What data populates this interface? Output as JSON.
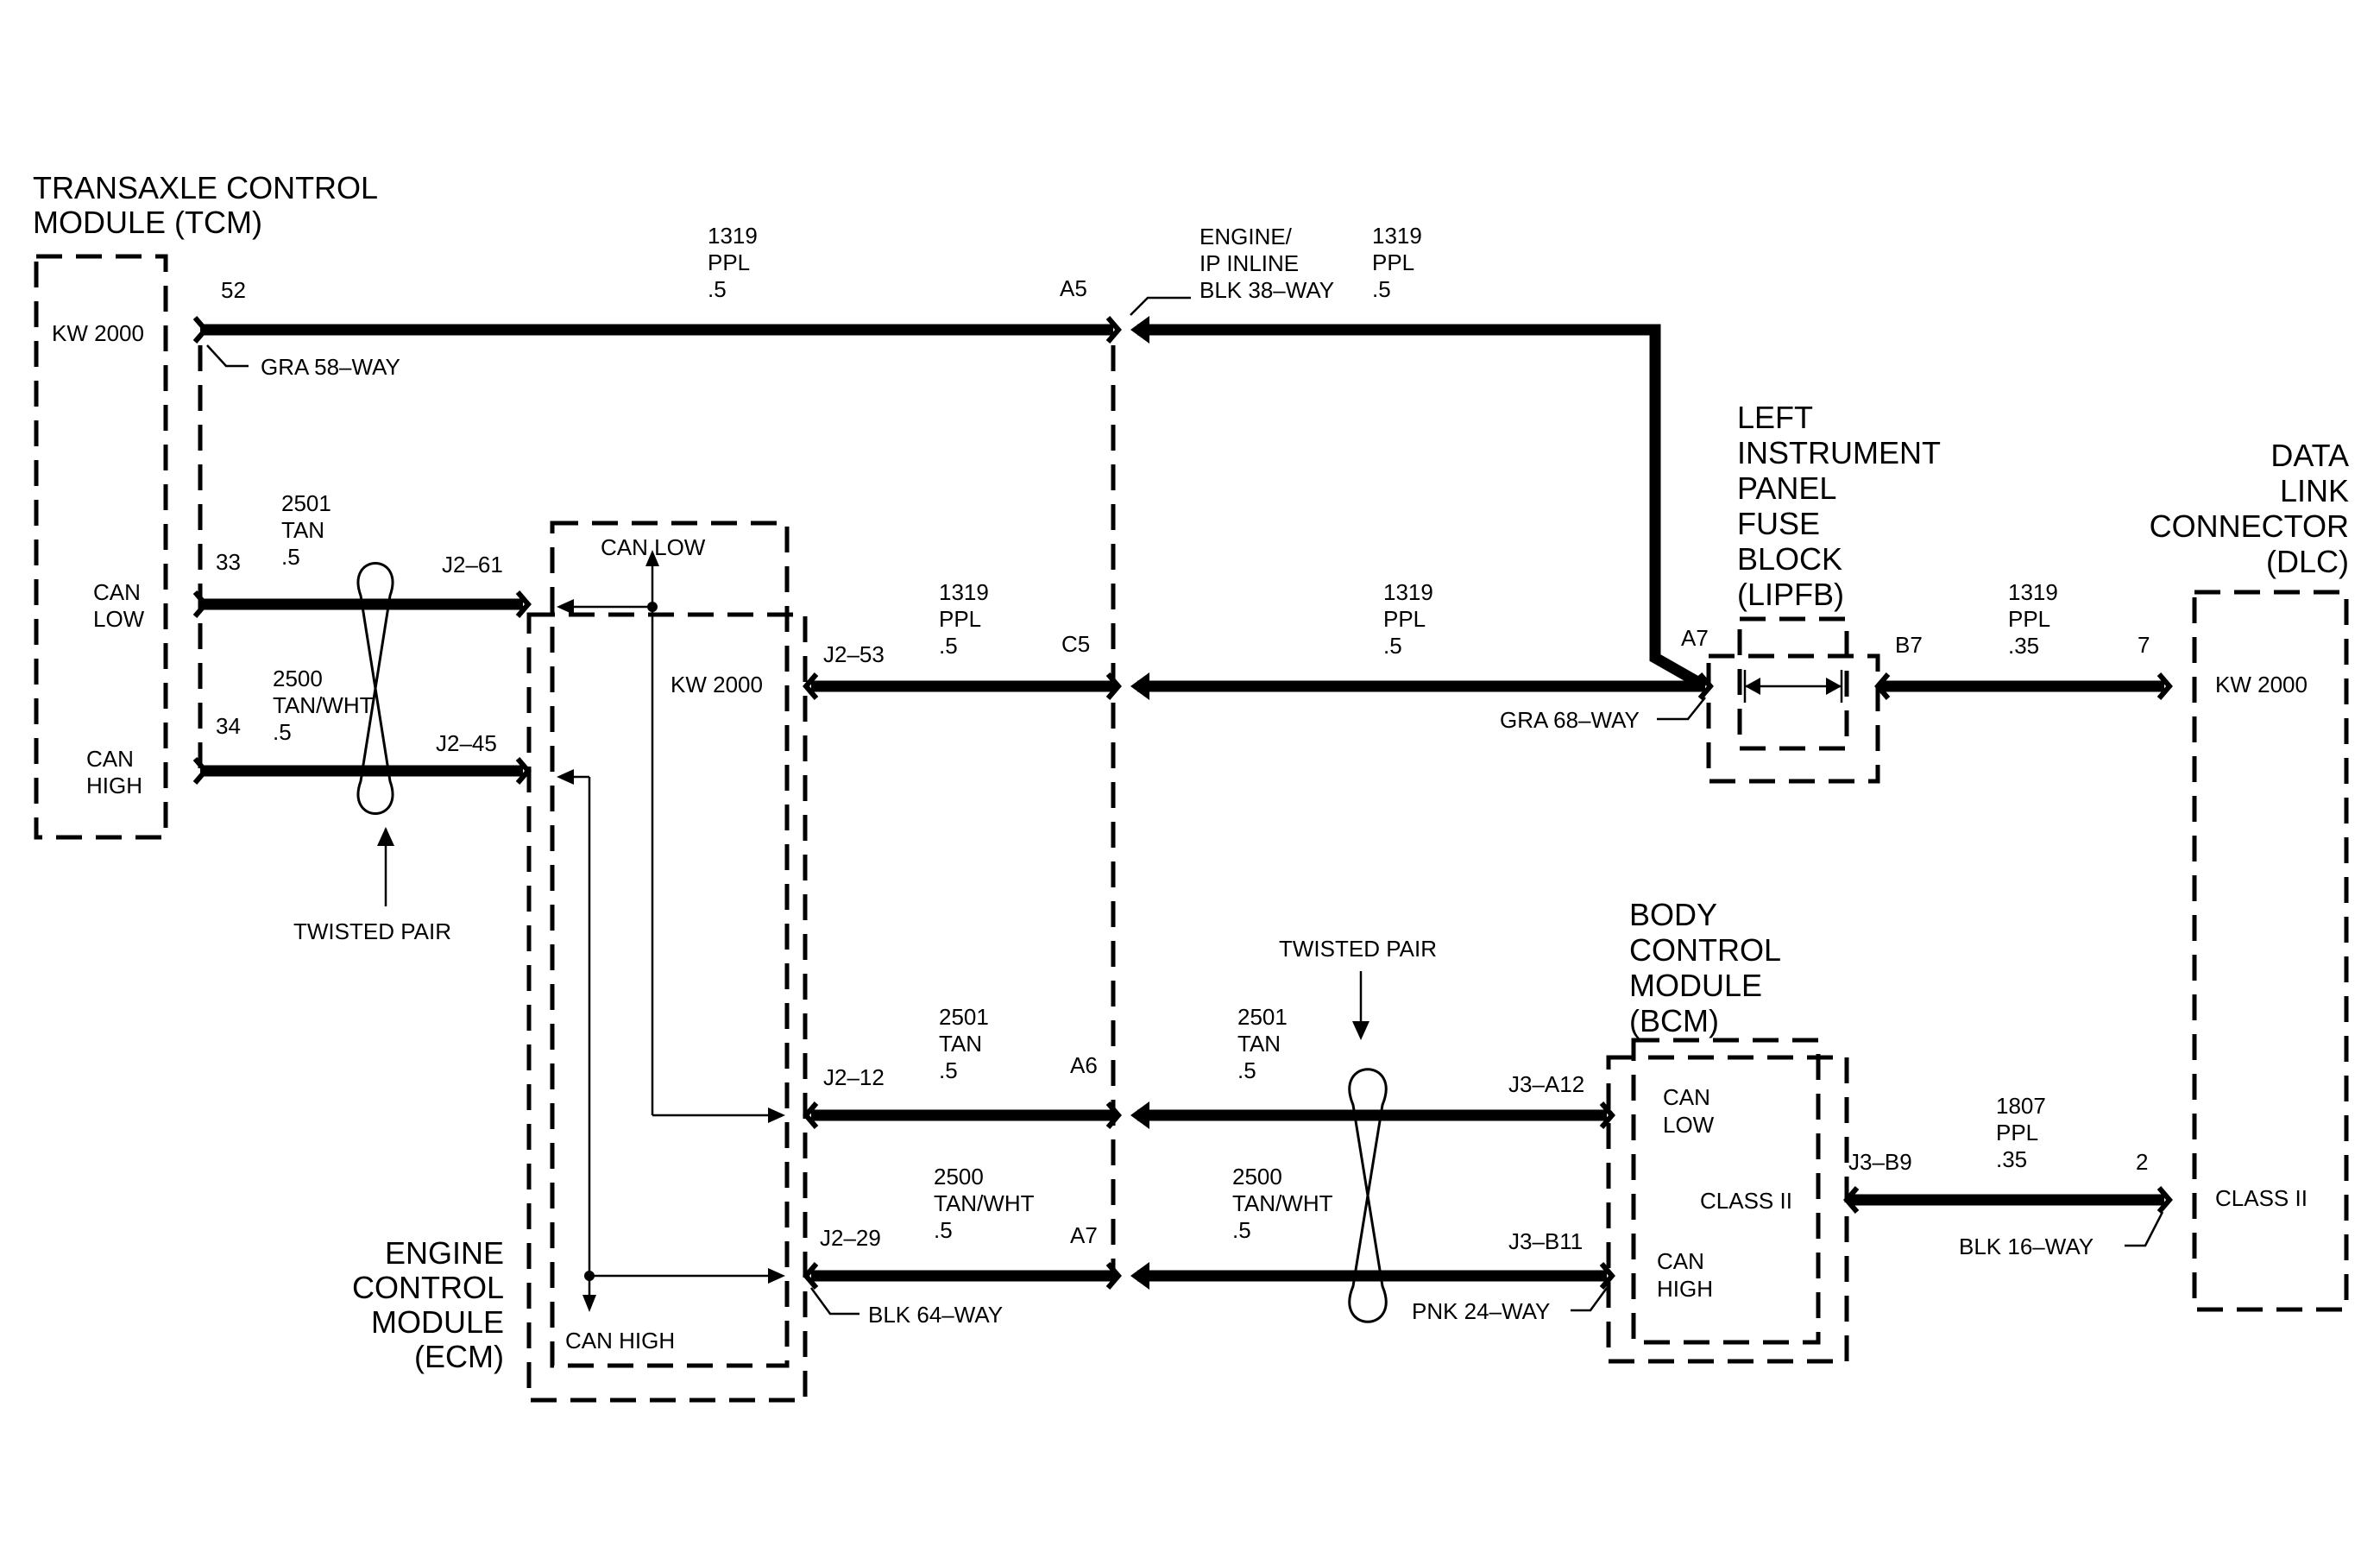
{
  "modules": {
    "tcm": {
      "title": [
        "TRANSAXLE CONTROL",
        "MODULE (TCM)"
      ],
      "kw": "KW 2000",
      "can_low": [
        "CAN",
        "LOW"
      ],
      "can_high": [
        "CAN",
        "HIGH"
      ]
    },
    "ecm": {
      "title": [
        "ENGINE",
        "CONTROL",
        "MODULE",
        "(ECM)"
      ],
      "kw": "KW 2000",
      "can_low": "CAN LOW",
      "can_high": "CAN HIGH"
    },
    "lipfb": {
      "title": [
        "LEFT",
        "INSTRUMENT",
        "PANEL",
        "FUSE",
        "BLOCK",
        "(LIPFB)"
      ]
    },
    "bcm": {
      "title": [
        "BODY",
        "CONTROL",
        "MODULE",
        "(BCM)"
      ],
      "can_low": [
        "CAN",
        "LOW"
      ],
      "class2": "CLASS II",
      "can_high": [
        "CAN",
        "HIGH"
      ]
    },
    "dlc": {
      "title": [
        "DATA",
        "LINK",
        "CONNECTOR",
        "(DLC)"
      ],
      "kw": "KW 2000",
      "class2": "CLASS II"
    }
  },
  "connectors": {
    "gra58": "GRA 58–WAY",
    "inline": [
      "ENGINE/",
      "IP INLINE",
      "BLK 38–WAY"
    ],
    "gra68": "GRA 68–WAY",
    "blk64": "BLK 64–WAY",
    "pnk24": "PNK 24–WAY",
    "blk16": "BLK 16–WAY"
  },
  "twisted_pair": "TWISTED PAIR",
  "pins": {
    "p52": "52",
    "a5": "A5",
    "p33": "33",
    "j2_61": "J2–61",
    "p34": "34",
    "j2_45": "J2–45",
    "j2_53": "J2–53",
    "c5": "C5",
    "a7_lipfb": "A7",
    "b7": "B7",
    "p7": "7",
    "j2_12": "J2–12",
    "a6": "A6",
    "j2_29": "J2–29",
    "a7_ecm": "A7",
    "j3_a12": "J3–A12",
    "j3_b11": "J3–B11",
    "j3_b9": "J3–B9",
    "p2": "2"
  },
  "wires": {
    "w_top_left": [
      "1319",
      "PPL",
      ".5"
    ],
    "w_top_right": [
      "1319",
      "PPL",
      ".5"
    ],
    "w_tcm_low": [
      "2501",
      "TAN",
      ".5"
    ],
    "w_tcm_high": [
      "2500",
      "TAN/WHT",
      ".5"
    ],
    "w_ecm_c5": [
      "1319",
      "PPL",
      ".5"
    ],
    "w_mid_right": [
      "1319",
      "PPL",
      ".5"
    ],
    "w_dlc": [
      "1319",
      "PPL",
      ".35"
    ],
    "w_ecm_a6": [
      "2501",
      "TAN",
      ".5"
    ],
    "w_bcm_low": [
      "2501",
      "TAN",
      ".5"
    ],
    "w_ecm_a7": [
      "2500",
      "TAN/WHT",
      ".5"
    ],
    "w_bcm_high": [
      "2500",
      "TAN/WHT",
      ".5"
    ],
    "w_class2": [
      "1807",
      "PPL",
      ".35"
    ]
  }
}
